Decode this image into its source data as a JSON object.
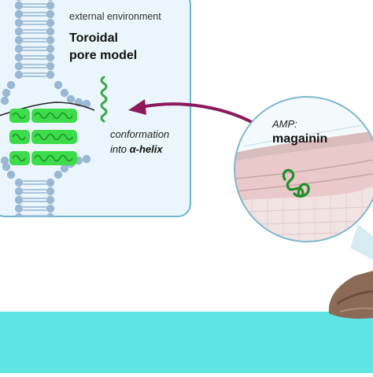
{
  "panel": {
    "environment_label": "external environment",
    "title_line1": "Toroidal",
    "title_line2": "pore model",
    "conformation_line1": "conformation",
    "conformation_line2_prefix": "into ",
    "conformation_line2_bold": "α-helix"
  },
  "magnifier": {
    "amp_label": "AMP:",
    "peptide_name": "magainin"
  },
  "colors": {
    "panel_fill": "#eaf6fb",
    "panel_border": "#6fb6cf",
    "lipid_head": "#9ab8d3",
    "lipid_tail": "#a9c4dc",
    "helix_green": "#3ddc4a",
    "helix_dark": "#1f8f2a",
    "arrow": "#8a1a5c",
    "water": "#5fe3e3",
    "rock": "#8c6a58",
    "skin_pink": "#e9c9c9"
  }
}
